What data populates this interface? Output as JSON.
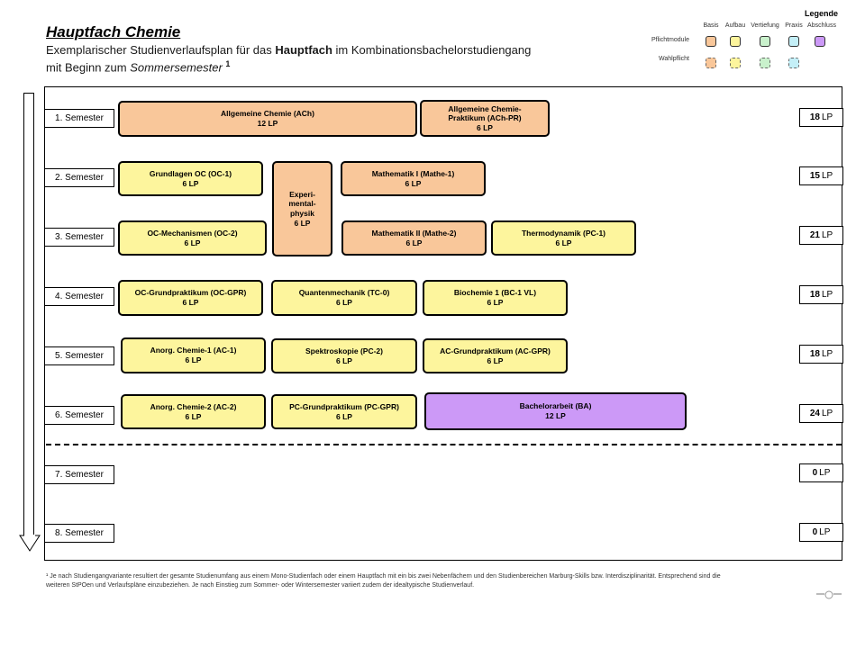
{
  "header": {
    "title": "Hauptfach Chemie",
    "subtitle_line1_pre": "Exemplarischer Studienverlaufsplan für das ",
    "subtitle_line1_bold": "Hauptfach",
    "subtitle_line1_post": " im Kombinationsbachelorstudiengang",
    "subtitle_line2_pre": "mit Beginn zum ",
    "subtitle_line2_italic": "Sommersemester",
    "subtitle_sup": "1"
  },
  "legend": {
    "title": "Legende",
    "columns": [
      "Basis",
      "Aufbau",
      "Vertiefung",
      "Praxis",
      "Abschluss"
    ],
    "row_pflicht": "Pflichtmodule",
    "row_wahl": "Wahlpflicht",
    "colors": {
      "basis": "#f9c79a",
      "aufbau": "#fdf59d",
      "vertiefung": "#c9f1cc",
      "praxis": "#c4eff7",
      "abschluss": "#cc99f7"
    }
  },
  "semesters": [
    {
      "label": "1. Semester",
      "lp_value": "18",
      "lp_unit": "LP"
    },
    {
      "label": "2. Semester",
      "lp_value": "15",
      "lp_unit": "LP"
    },
    {
      "label": "3. Semester",
      "lp_value": "21",
      "lp_unit": "LP"
    },
    {
      "label": "4. Semester",
      "lp_value": "18",
      "lp_unit": "LP"
    },
    {
      "label": "5. Semester",
      "lp_value": "18",
      "lp_unit": "LP"
    },
    {
      "label": "6. Semester",
      "lp_value": "24",
      "lp_unit": "LP"
    },
    {
      "label": "7. Semester",
      "lp_value": "0",
      "lp_unit": "LP"
    },
    {
      "label": "8. Semester",
      "lp_value": "0",
      "lp_unit": "LP"
    }
  ],
  "modules": {
    "ach": {
      "name": "Allgemeine Chemie (ACh)",
      "lp": "12 LP",
      "category": "Basis"
    },
    "ach_pr": {
      "name1": "Allgemeine Chemie-",
      "name2": "Praktikum (ACh-PR)",
      "lp": "6 LP",
      "category": "Basis"
    },
    "oc1": {
      "name": "Grundlagen OC (OC-1)",
      "lp": "6 LP",
      "category": "Aufbau"
    },
    "exphys": {
      "name1": "Experi-",
      "name2": "mental-",
      "name3": "physik",
      "lp": "6 LP",
      "category": "Basis"
    },
    "mathe1": {
      "name": "Mathematik I (Mathe-1)",
      "lp": "6 LP",
      "category": "Basis"
    },
    "oc2": {
      "name": "OC-Mechanismen (OC-2)",
      "lp": "6 LP",
      "category": "Aufbau"
    },
    "mathe2": {
      "name": "Mathematik II (Mathe-2)",
      "lp": "6 LP",
      "category": "Basis"
    },
    "pc1": {
      "name": "Thermodynamik (PC-1)",
      "lp": "6 LP",
      "category": "Aufbau"
    },
    "ocgpr": {
      "name": "OC-Grundpraktikum (OC-GPR)",
      "lp": "6 LP",
      "category": "Aufbau"
    },
    "tc0": {
      "name": "Quantenmechanik (TC-0)",
      "lp": "6 LP",
      "category": "Aufbau"
    },
    "bc1": {
      "name": "Biochemie 1 (BC-1 VL)",
      "lp": "6 LP",
      "category": "Aufbau"
    },
    "ac1": {
      "name": "Anorg. Chemie-1 (AC-1)",
      "lp": "6 LP",
      "category": "Aufbau"
    },
    "pc2": {
      "name": "Spektroskopie (PC-2)",
      "lp": "6 LP",
      "category": "Aufbau"
    },
    "acgpr": {
      "name": "AC-Grundpraktikum (AC-GPR)",
      "lp": "6 LP",
      "category": "Aufbau"
    },
    "ac2": {
      "name": "Anorg. Chemie-2 (AC-2)",
      "lp": "6 LP",
      "category": "Aufbau"
    },
    "pcgpr": {
      "name": "PC-Grundpraktikum (PC-GPR)",
      "lp": "6 LP",
      "category": "Aufbau"
    },
    "ba": {
      "name": "Bachelorarbeit (BA)",
      "lp": "12 LP",
      "category": "Abschluss"
    }
  },
  "footnote": {
    "marker": "¹",
    "line1": "Je nach Studiengangvariante resultiert der gesamte Studienumfang aus einem Mono-Studienfach oder einem Hauptfach mit ein bis zwei Nebenfächern und den Studienbereichen Marburg-Skills bzw. Interdisziplinarität. Entsprechend sind die",
    "line2": "weiteren StPOen und Verlaufspläne einzubeziehen. Je nach Einstieg zum Sommer- oder Wintersemester variiert zudem der idealtypische Studienverlauf."
  }
}
